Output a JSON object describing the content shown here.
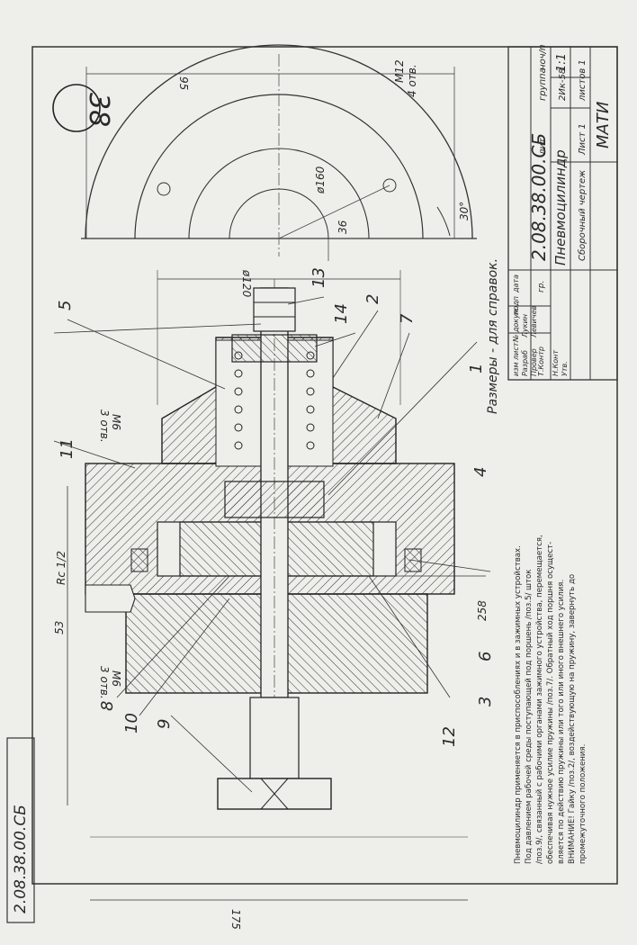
{
  "sheet_number": "38",
  "side_code": "2.08.38.00.СБ",
  "title_block": {
    "designation": "2.08.38.00.СБ",
    "name": "Пневмоцилиндр",
    "doc_type": "Сборочный чертеж",
    "org": "МАТИ",
    "lit_header": "лит",
    "group_header": "группа",
    "hours_header": "ноч/п",
    "group": "2Ик-58",
    "scale": "1:1",
    "sheet_label": "Лист 1",
    "sheets_label": "листов 1",
    "row_change": "изм лист",
    "row_doc": "№ докум",
    "row_sign": "подп",
    "row_date": "дата",
    "row_razrab": "Разраб",
    "row_razrab_name": "Лукин",
    "row_prov": "Провер",
    "row_prov_name": "Левичев",
    "row_tkontr": "Т.Контр",
    "row_nkontr": "Н.Конт",
    "row_utv": "Утв.",
    "class_tag": "гр."
  },
  "note_ref": "Размеры - для справок.",
  "description": [
    "Пневмоцилиндр применяется в приспособлениях и в зажимных устройствах.",
    "Под давлением рабочей среды поступающей под поршень /поз.5/ шток",
    "/поз.9/, связанный с рабочими органами зажимного устройства, перемещается,",
    "обеспечивая нужное усилие пружины /поз.7/. Обратный ход поршня осущест-",
    "вляется по действию пружины или того или иного внешнего усилия.",
    "ВНИМАНИЕ!  Гайку /поз.2/, воздействующую на пружину, завернуть до",
    "промежуточного положения."
  ],
  "dimensions": {
    "d_120": "ø120",
    "d_160": "ø160",
    "d_95": "95",
    "d_36": "36",
    "angle_30": "30°",
    "m12": "M12",
    "m12_holes": "4 отв.",
    "m6_a": "M6",
    "m6_a_holes": "3 отв.",
    "m6_b": "M6",
    "m6_b_holes": "3 отв.",
    "rc": "Rc 1/2",
    "d_53": "53",
    "d_258": "258",
    "d_175": "175"
  },
  "callouts": [
    "1",
    "2",
    "3",
    "4",
    "5",
    "6",
    "7",
    "8",
    "9",
    "10",
    "11",
    "12",
    "13",
    "14"
  ]
}
